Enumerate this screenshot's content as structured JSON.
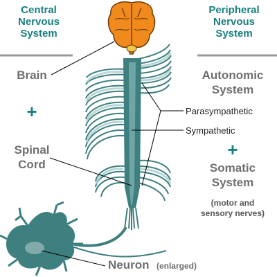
{
  "left_header": {
    "line1": "Central",
    "line2": "Nervous",
    "line3": "System"
  },
  "right_header": {
    "line1": "Peripheral",
    "line2": "Nervous",
    "line3": "System"
  },
  "left_labels": {
    "brain": "Brain",
    "plus": "+",
    "spinal_line1": "Spinal",
    "spinal_line2": "Cord"
  },
  "right_labels": {
    "autonomic_line1": "Autonomic",
    "autonomic_line2": "System",
    "plus": "+",
    "somatic_line1": "Somatic",
    "somatic_line2": "System",
    "somatic_note_line1": "(motor and",
    "somatic_note_line2": "sensory nerves)"
  },
  "callouts": {
    "parasympathetic": "Parasympathetic",
    "sympathetic": "Sympathetic"
  },
  "bottom": {
    "neuron": "Neuron",
    "enlarged": "(enlarged)"
  },
  "colors": {
    "teal_text": "#1a7f7f",
    "gray_text": "#6f6f6f",
    "nerve": "#3e7f7f",
    "nerve_light": "#a9cccc",
    "brain": "#f08a1c",
    "rule": "#9a9a9a"
  }
}
